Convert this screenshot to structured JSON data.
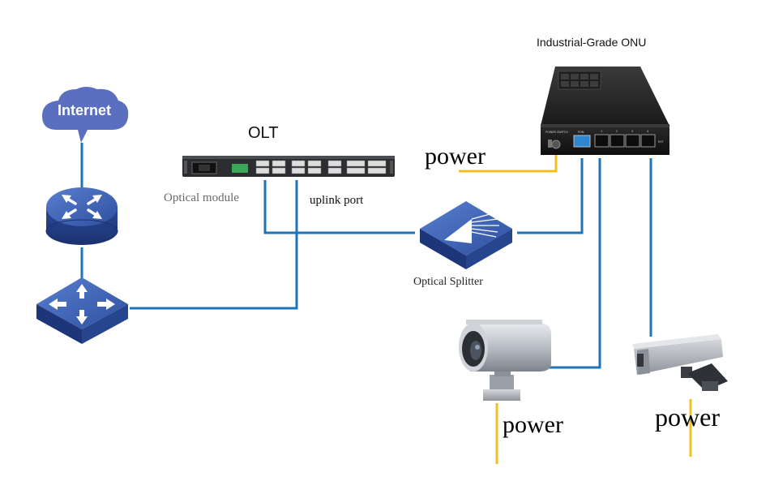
{
  "labels": {
    "internet": "Internet",
    "olt": "OLT",
    "optical_module": "Optical module",
    "uplink_port": "uplink port",
    "optical_splitter": "Optical Splitter",
    "onu": "Industrial-Grade ONU",
    "power_onu": "power",
    "power_camera_left": "power",
    "power_camera_right": "power"
  },
  "device_text": {
    "power_switch": "POWER  SWITCH",
    "pon": "PON",
    "port_1": "1",
    "port_2": "2",
    "port_3": "3",
    "port_4": "4",
    "rst": "RST"
  },
  "colors": {
    "fiber_line": "#1f74b8",
    "power_line": "#f0c020",
    "node_blue": "#3b5fb0",
    "node_blue_dark": "#24418a",
    "cloud": "#5b6fc0"
  }
}
